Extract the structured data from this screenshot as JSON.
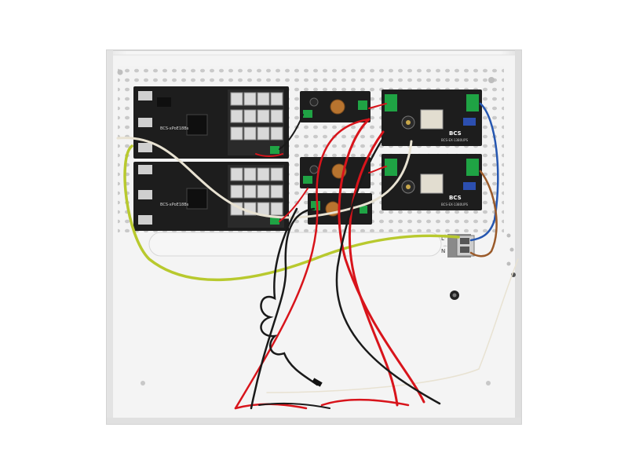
{
  "photo": {
    "labels": {
      "poe_board_1": "BCS-xPoE18Bs",
      "poe_board_2": "BCS-xPoE18Bs",
      "psu_brand_1": "BCS",
      "psu_model_1": "BCS-EX-1380UPS",
      "psu_brand_2": "BCS",
      "psu_model_2": "BCS-EX-1380UPS",
      "mains_L": "L",
      "mains_N": "N"
    },
    "colors": {
      "enclosure": "#f2f2f2",
      "pcb": "#1d1d1d",
      "terminal_green": "#1fa344",
      "wire_red": "#d8141b",
      "wire_black": "#1a1a1a",
      "wire_earth": "#b8c92e",
      "wire_blue": "#2556b0",
      "wire_brown": "#9a5a2a"
    }
  }
}
